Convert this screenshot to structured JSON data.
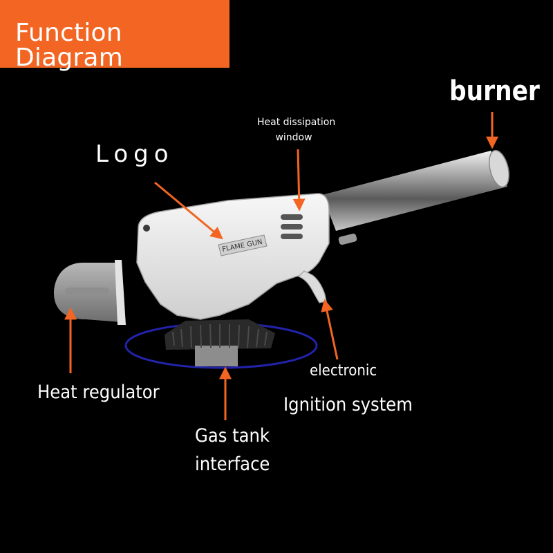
{
  "banner": {
    "title": "Function Diagram",
    "color": "#f26522"
  },
  "labels": {
    "burner": "burner",
    "heat_window_line1": "Heat dissipation",
    "heat_window_line2": "window",
    "logo": "Logo",
    "electronic": "electronic",
    "ignition": "Ignition system",
    "heat_regulator": "Heat regulator",
    "gas_tank_line1": "Gas tank",
    "gas_tank_line2": "interface"
  },
  "product": {
    "brand_text": "FLAME GUN"
  },
  "colors": {
    "arrow": "#f26522",
    "background": "#000000",
    "text": "#ffffff"
  }
}
